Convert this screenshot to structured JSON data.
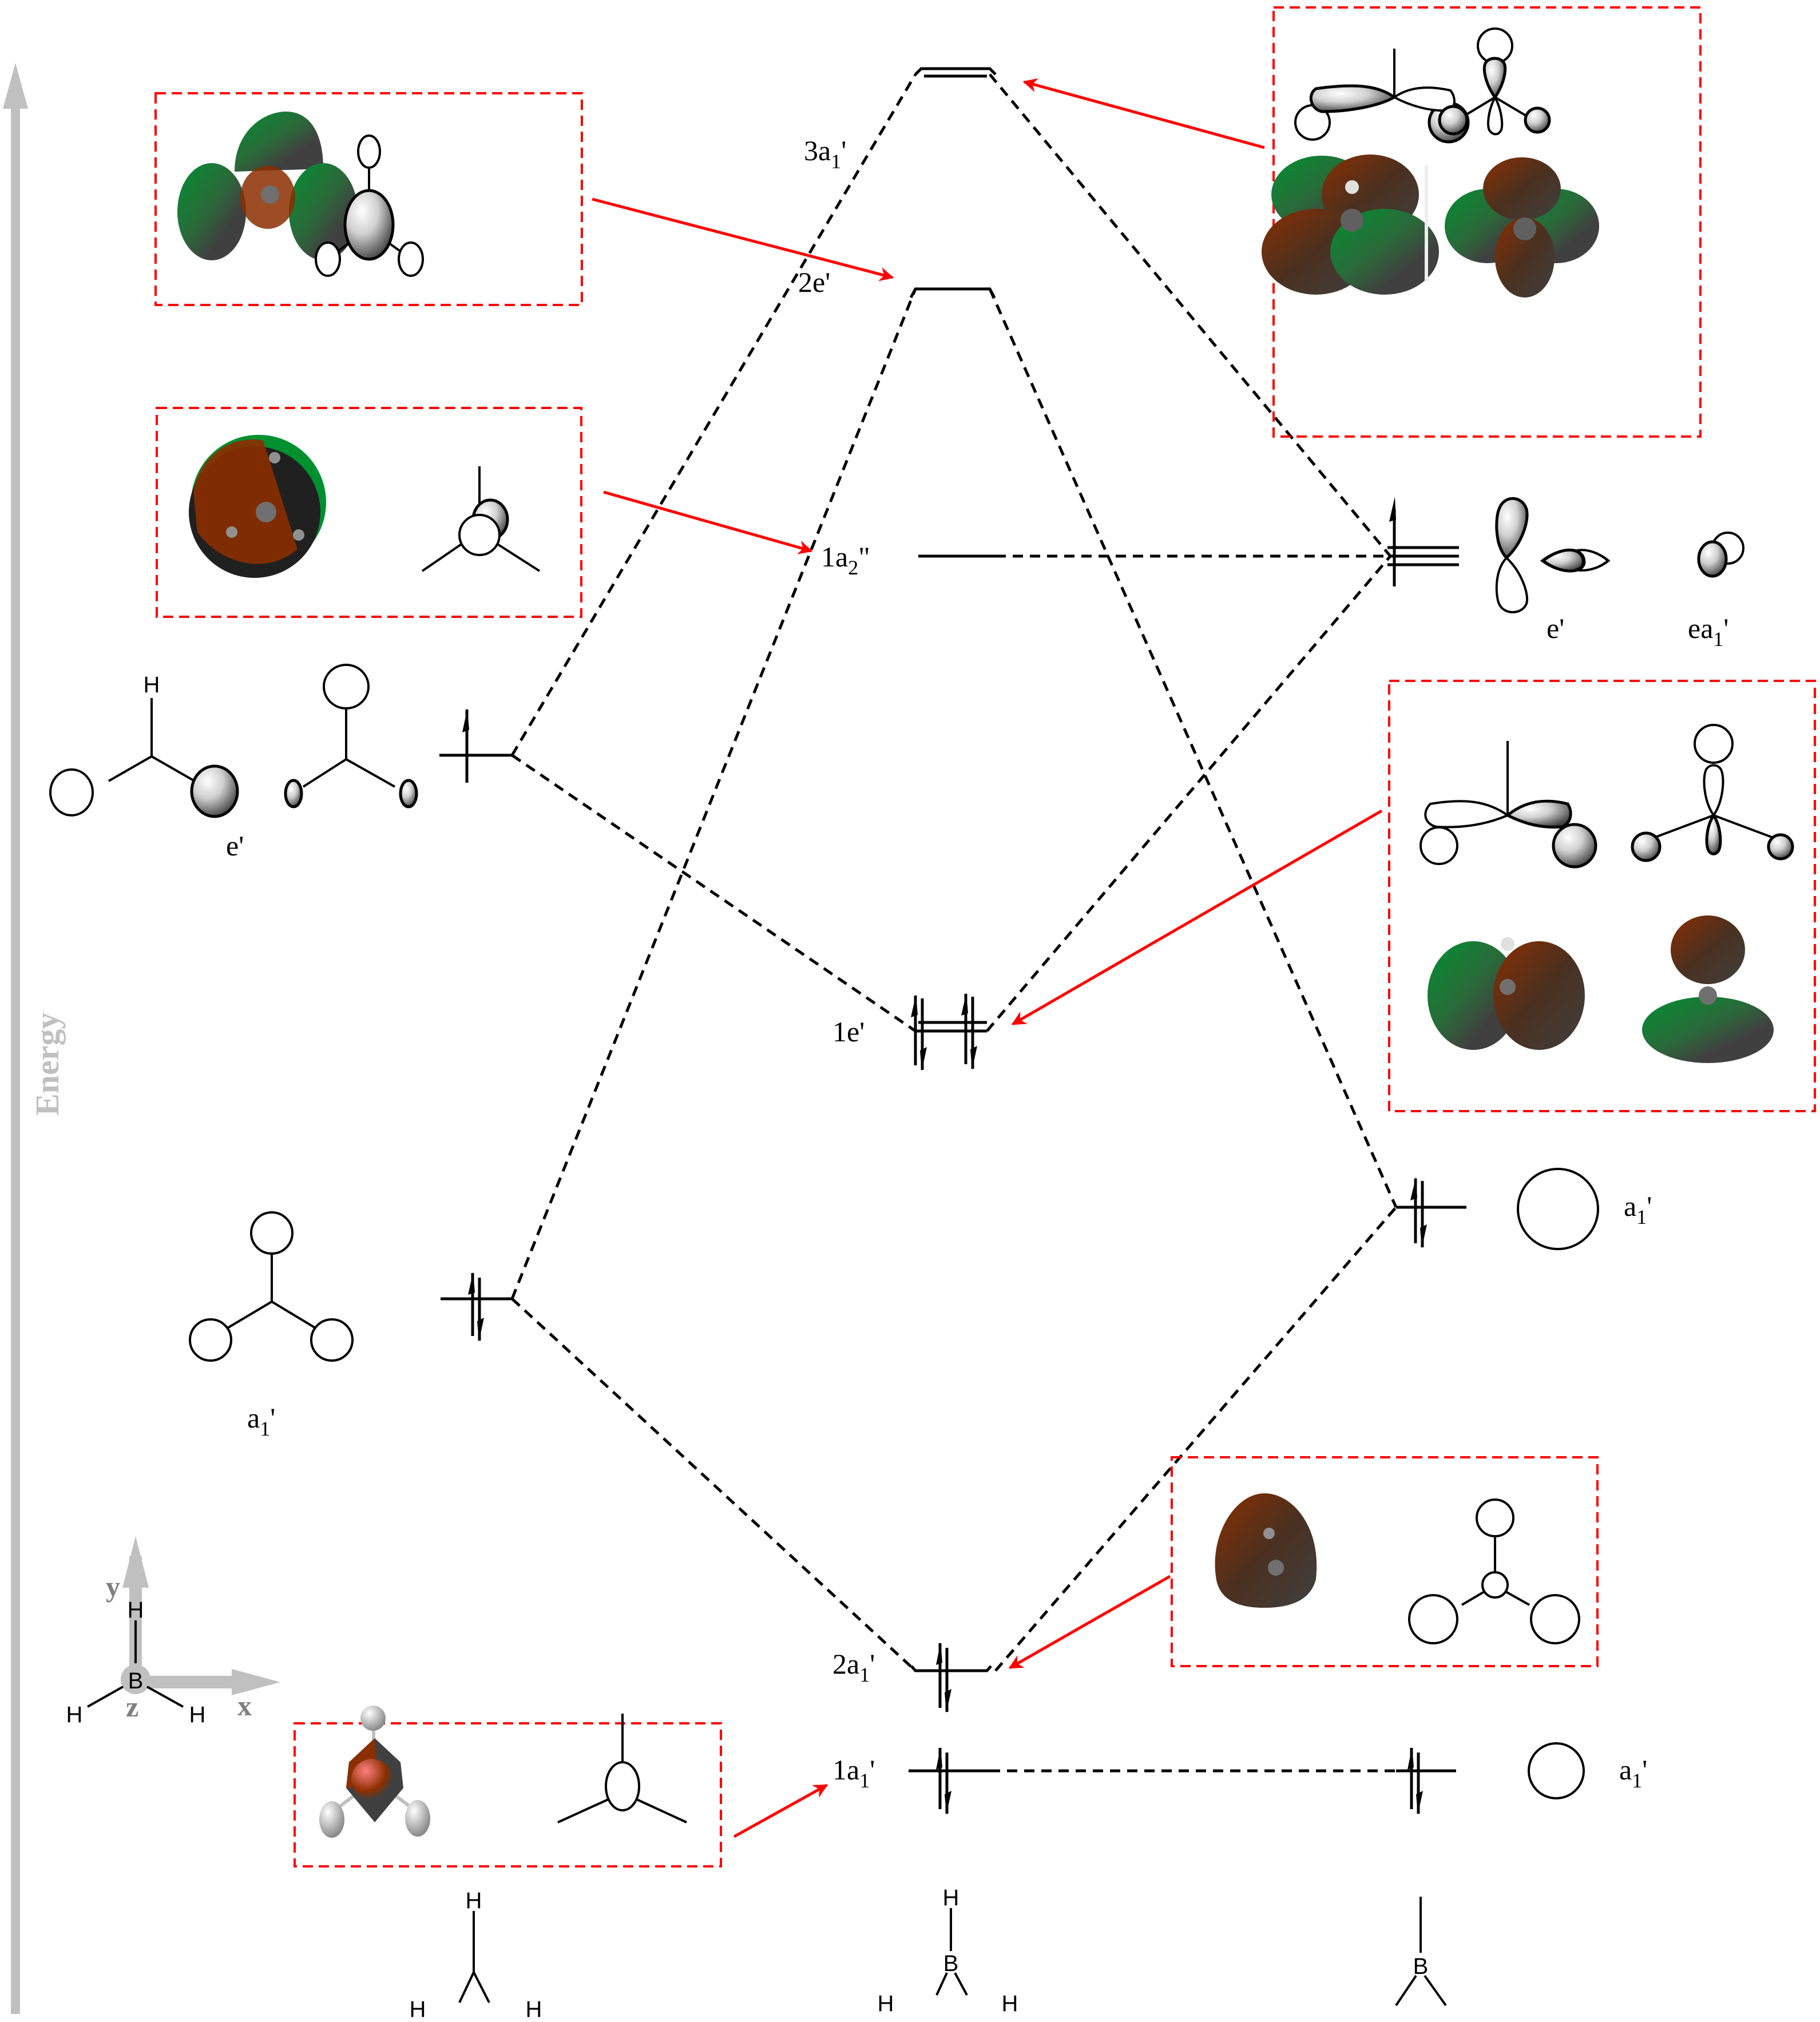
{
  "diagram": {
    "title_axis": "Energy",
    "colors": {
      "highlight_box": "#ff0000",
      "axis_grey": "#c0c0c0",
      "phase_positive": "#8b2e00",
      "phase_negative": "#009030",
      "surface_grey": "#404040"
    },
    "coordinate_system": {
      "x_label": "x",
      "y_label": "y",
      "z_label": "z",
      "center_atom": "B",
      "substituent": "H"
    },
    "left_fragment": {
      "name": "H3",
      "structure_atom": "H",
      "orbitals": [
        {
          "symmetry": "e'",
          "base": "e",
          "subscript": "",
          "prime": "'",
          "electrons": 1,
          "degenerate": 2
        },
        {
          "symmetry": "a1'",
          "base": "a",
          "subscript": "1",
          "prime": "'",
          "electrons": 2,
          "degenerate": 1
        }
      ],
      "top_atom_label": "H"
    },
    "center_molecule": {
      "name": "BH3",
      "atoms": {
        "center": "B",
        "ligand": "H"
      },
      "levels": [
        {
          "id": "3a1'",
          "num": "3",
          "base": "a",
          "subscript": "1",
          "prime": "'",
          "electrons": 0
        },
        {
          "id": "2e'",
          "num": "2",
          "base": "e",
          "subscript": "",
          "prime": "'",
          "electrons": 0
        },
        {
          "id": "1a2''",
          "num": "1",
          "base": "a",
          "subscript": "2",
          "prime": "\"",
          "electrons": 0
        },
        {
          "id": "1e'",
          "num": "1",
          "base": "e",
          "subscript": "",
          "prime": "'",
          "electrons": 4
        },
        {
          "id": "2a1'",
          "num": "2",
          "base": "a",
          "subscript": "1",
          "prime": "'",
          "electrons": 2
        },
        {
          "id": "1a1'",
          "num": "1",
          "base": "a",
          "subscript": "1",
          "prime": "'",
          "electrons": 2
        }
      ]
    },
    "right_fragment": {
      "name": "B",
      "atom": "B",
      "orbitals": [
        {
          "symmetry": "e'",
          "label": "e'",
          "extra_label_base": "ea",
          "extra_label_sub": "1",
          "extra_label_prime": "'",
          "electrons": 1,
          "degenerate": 3
        },
        {
          "symmetry": "a1'",
          "base": "a",
          "subscript": "1",
          "prime": "'",
          "electrons": 2
        },
        {
          "symmetry": "a1'",
          "base": "a",
          "subscript": "1",
          "prime": "'",
          "electrons": 2
        }
      ]
    },
    "labels": {
      "e_prime": "e'",
      "ea1_base": "ea",
      "a_base": "a",
      "sub1": "1",
      "sub2": "2",
      "prime": "'",
      "dprime": "\"",
      "H": "H",
      "B": "B"
    }
  }
}
